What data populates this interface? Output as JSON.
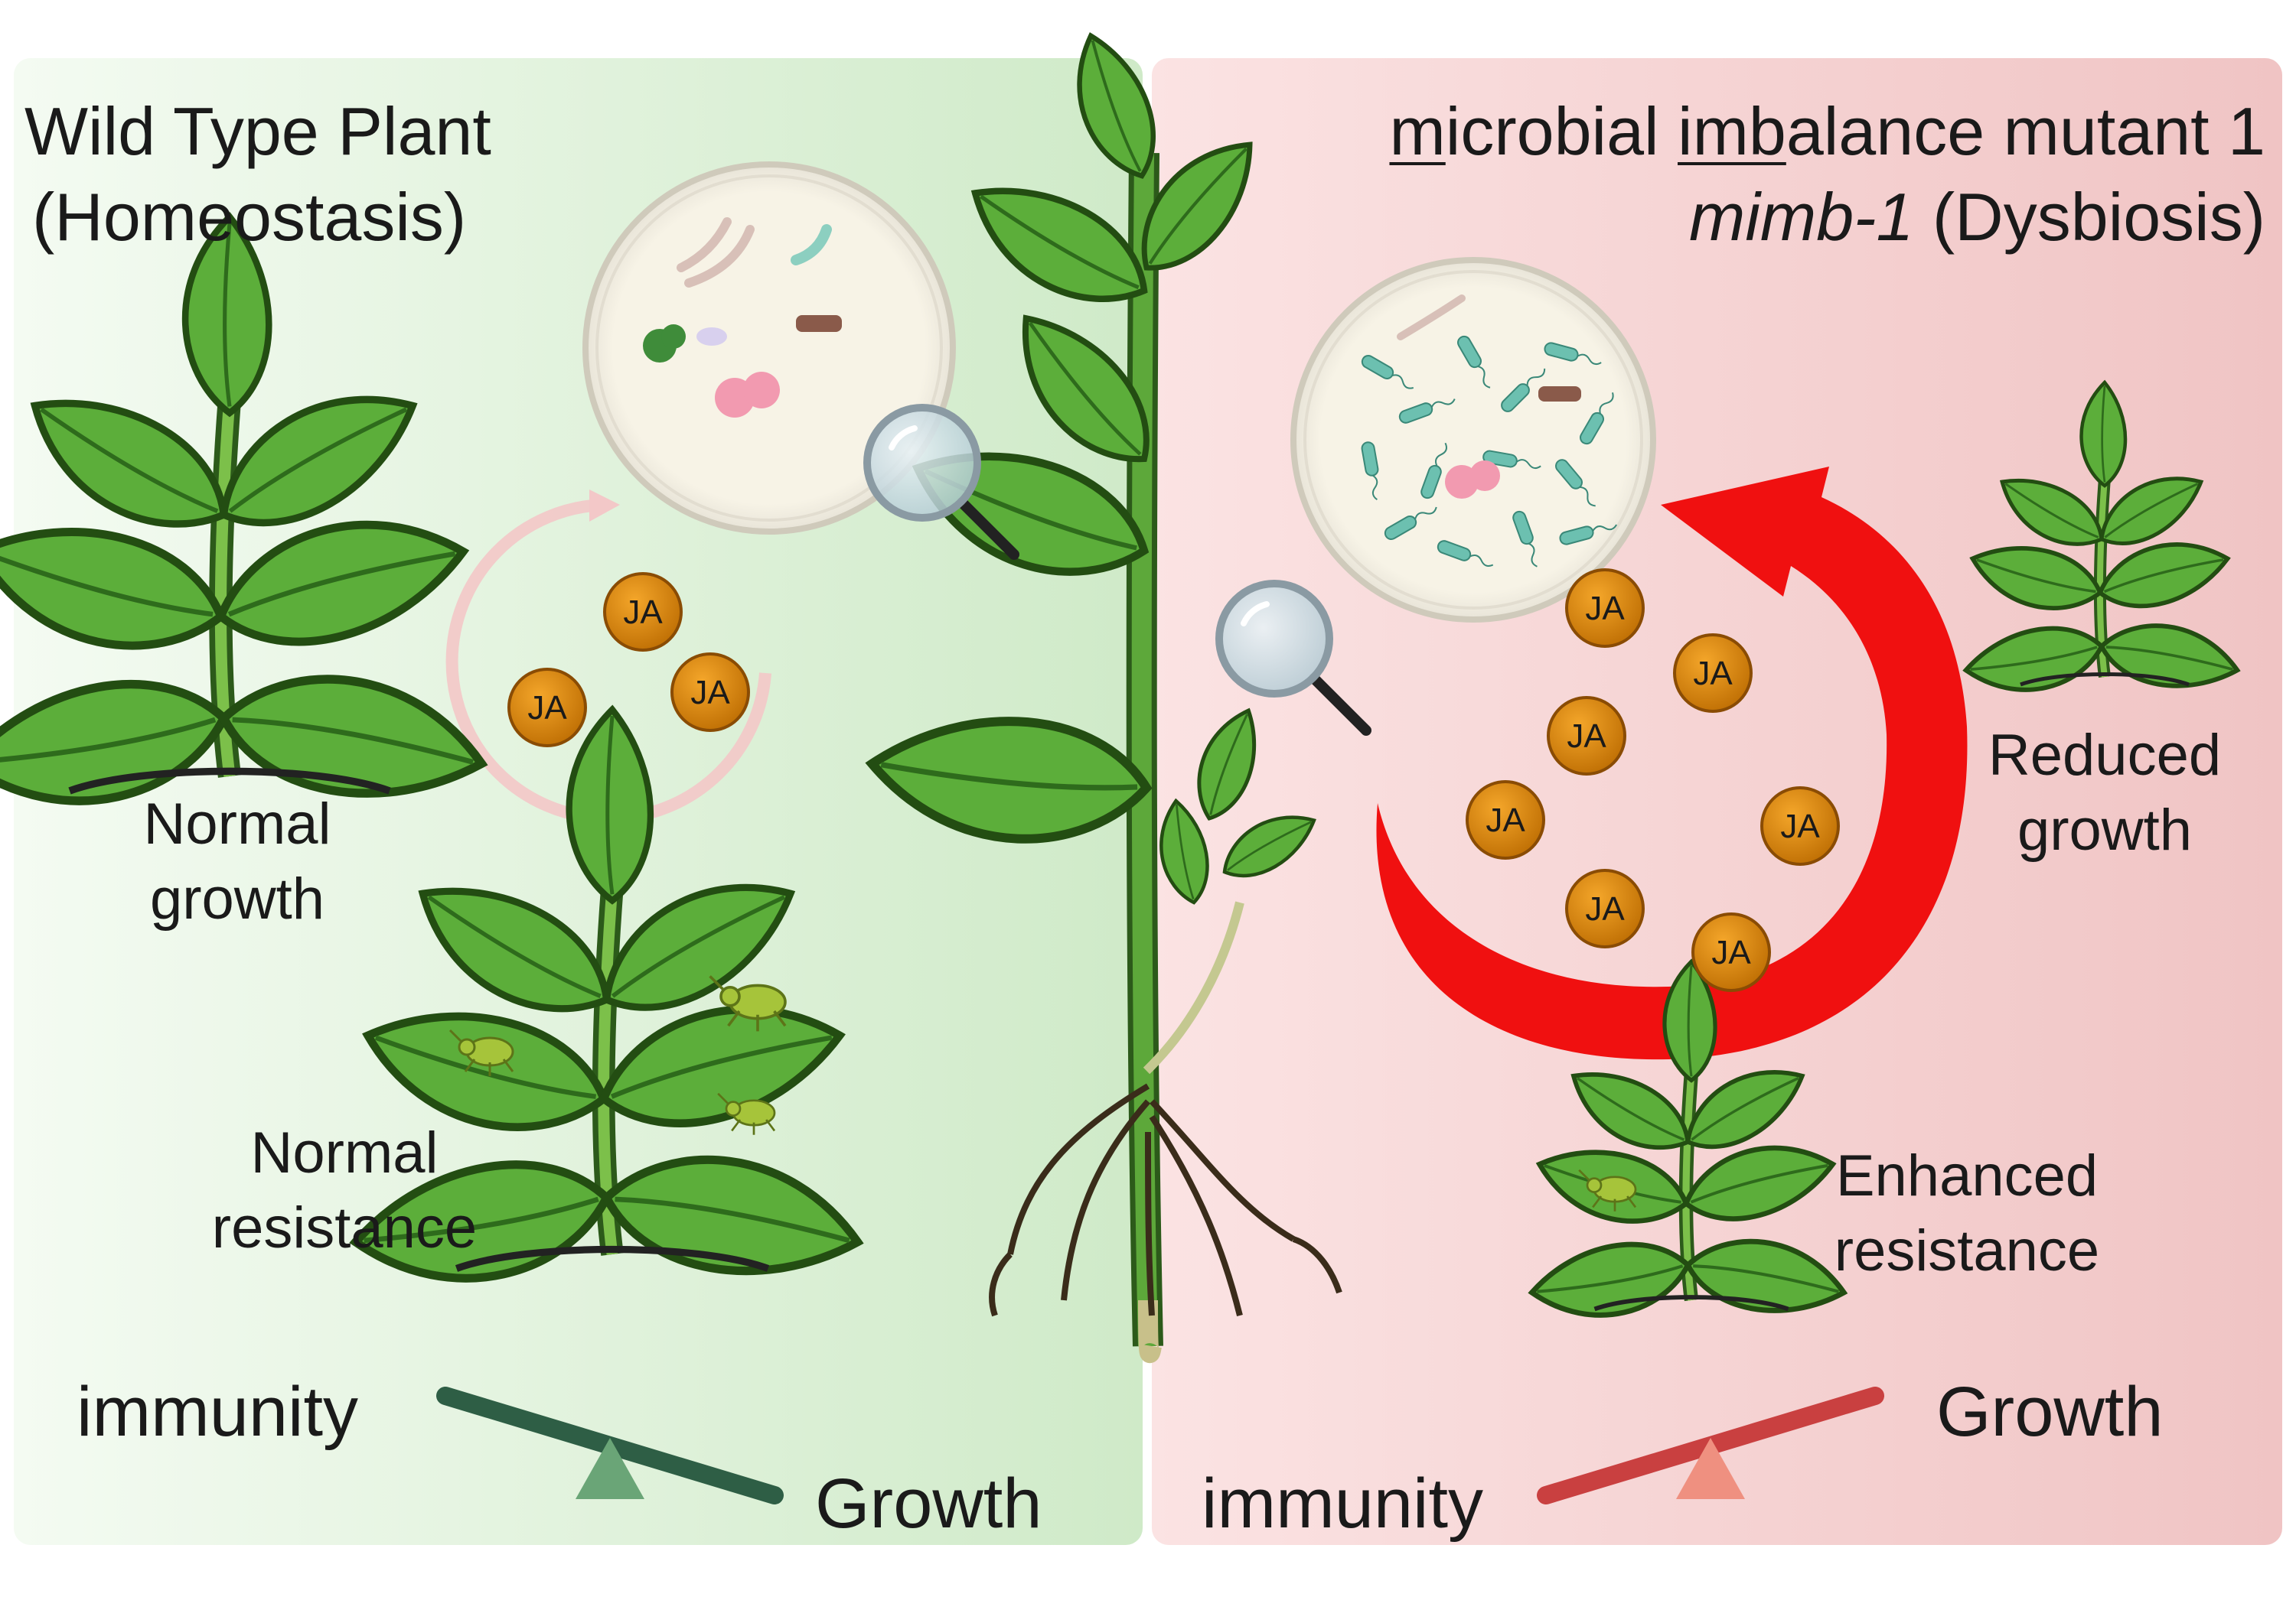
{
  "left": {
    "title_line1": "Wild Type Plant",
    "title_line2": "(Homeostasis)",
    "growth_label": [
      "Normal",
      "growth"
    ],
    "resistance_label": [
      "Normal",
      "resistance"
    ],
    "balance": {
      "left": "immunity",
      "right": "Growth",
      "color": "#2e5e45",
      "pivot_color": "#6aa577"
    },
    "bg_color": "#d8f0d4"
  },
  "right": {
    "title_line1_u1": "m",
    "title_line1_a": "icrobial ",
    "title_line1_u2": "imb",
    "title_line1_b": "alance mutant 1",
    "title_line2_italic": "mimb-1",
    "title_line2_rest": " (Dysbiosis)",
    "growth_label": [
      "Reduced",
      "growth"
    ],
    "resistance_label": [
      "Enhanced",
      "resistance"
    ],
    "balance": {
      "left": "immunity",
      "right": "Growth",
      "color": "#c94040",
      "pivot_color": "#ef9080"
    },
    "bg_color": "#f4cfcf"
  },
  "ja_label": "JA",
  "ja_color": "#d88a10",
  "arrow_color": "#f01010"
}
